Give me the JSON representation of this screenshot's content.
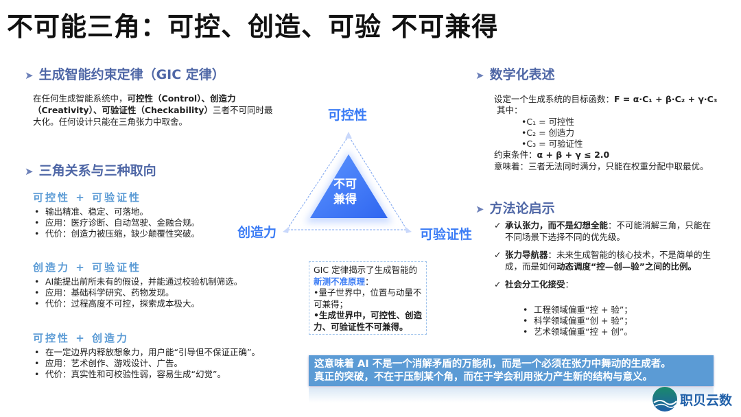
{
  "title": "不可能三角：可控、创造、可验 不可兼得",
  "left": {
    "section1": {
      "heading": "生成智能约束定律（GIC 定律）",
      "para": [
        {
          "t": "在任何生成智能系统中，",
          "b": false
        },
        {
          "t": "可控性（Control）、创造力（Creativity）、可验证性（Checkability）",
          "b": true
        },
        {
          "t": "三者不可同时最大化。任何设计只能在三角张力中取舍。",
          "b": false
        }
      ]
    },
    "section2": {
      "heading": "三角关系与三种取向",
      "groups": [
        {
          "title": "可控性 + 可验证性",
          "items": [
            "输出精准、稳定、可落地。",
            "应用：医疗诊断、自动驾驶、金融合规。",
            "代价：创造力被压缩，缺少颠覆性突破。"
          ]
        },
        {
          "title": "创造力 + 可验证性",
          "items": [
            "AI能提出前所未有的假设，并能通过校验机制筛选。",
            "应用：基础科学研究、药物发现。",
            "代价：过程高度不可控，探索成本极大。"
          ]
        },
        {
          "title": "可控性 + 创造力",
          "items": [
            "在一定边界内释放想象力，用户能“引导但不保证正确”。",
            "应用：艺术创作、游戏设计、广告。",
            "代价：真实性和可校验性弱，容易生成“幻觉”。"
          ]
        }
      ]
    }
  },
  "triangle": {
    "top": "可控性",
    "left": "创造力",
    "right": "可验证性",
    "center_line1": "不可",
    "center_line2": "兼得",
    "color": "#3b7cf5"
  },
  "gic_box": {
    "line1": "GIC 定律揭示了生成智能的",
    "highlight": "新测不准原理",
    "colon": "：",
    "bullet1": "•量子世界中，位置与动量不可兼得；",
    "bullet2": "•生成世界中，可控性、创造力、可验证性不可兼得。"
  },
  "math": {
    "heading": "数学化表述",
    "formula_prefix": "设定一个生成系统的目标函数：",
    "formula": "F = α·C₁ + β·C₂ + γ·C₃",
    "where": "其中：",
    "defs": [
      "•C₁ = 可控性",
      "•C₂ = 创造力",
      "•C₃ = 可验证性"
    ],
    "constraint_label": "约束条件：",
    "constraint": "α + β + γ ≤ 2.0",
    "meaning": "意味着：三者无法同时满分，只能在权重分配中取最优。"
  },
  "method": {
    "heading": "方法论启示",
    "items": [
      {
        "bold": "承认张力，而不是幻想全能",
        "rest": "：不可能消解三角，只能在不同场景下选择不同的优先级。"
      },
      {
        "bold": "张力导航器",
        "rest": "：未来生成智能的核心技术，不是简单的生成，而是如何",
        "bold2": "动态调度“控—创—验”之间的比例。"
      },
      {
        "bold": "社会分工化接受",
        "rest": "："
      }
    ],
    "sub": [
      "工程领域偏重“控 + 验”；",
      "科学领域偏重“创 + 验”；",
      "艺术领域偏重“控 + 创”。"
    ]
  },
  "banner": {
    "line1": "这意味着 AI 不是一个消解矛盾的万能机，而是一个必须在张力中舞动的生成者。",
    "line2": "真正的突破，不在于压制某个角，而在于学会利用张力产生新的结构与意义。",
    "color": "#5b9bd5"
  },
  "logo": {
    "text": "职贝云数"
  }
}
